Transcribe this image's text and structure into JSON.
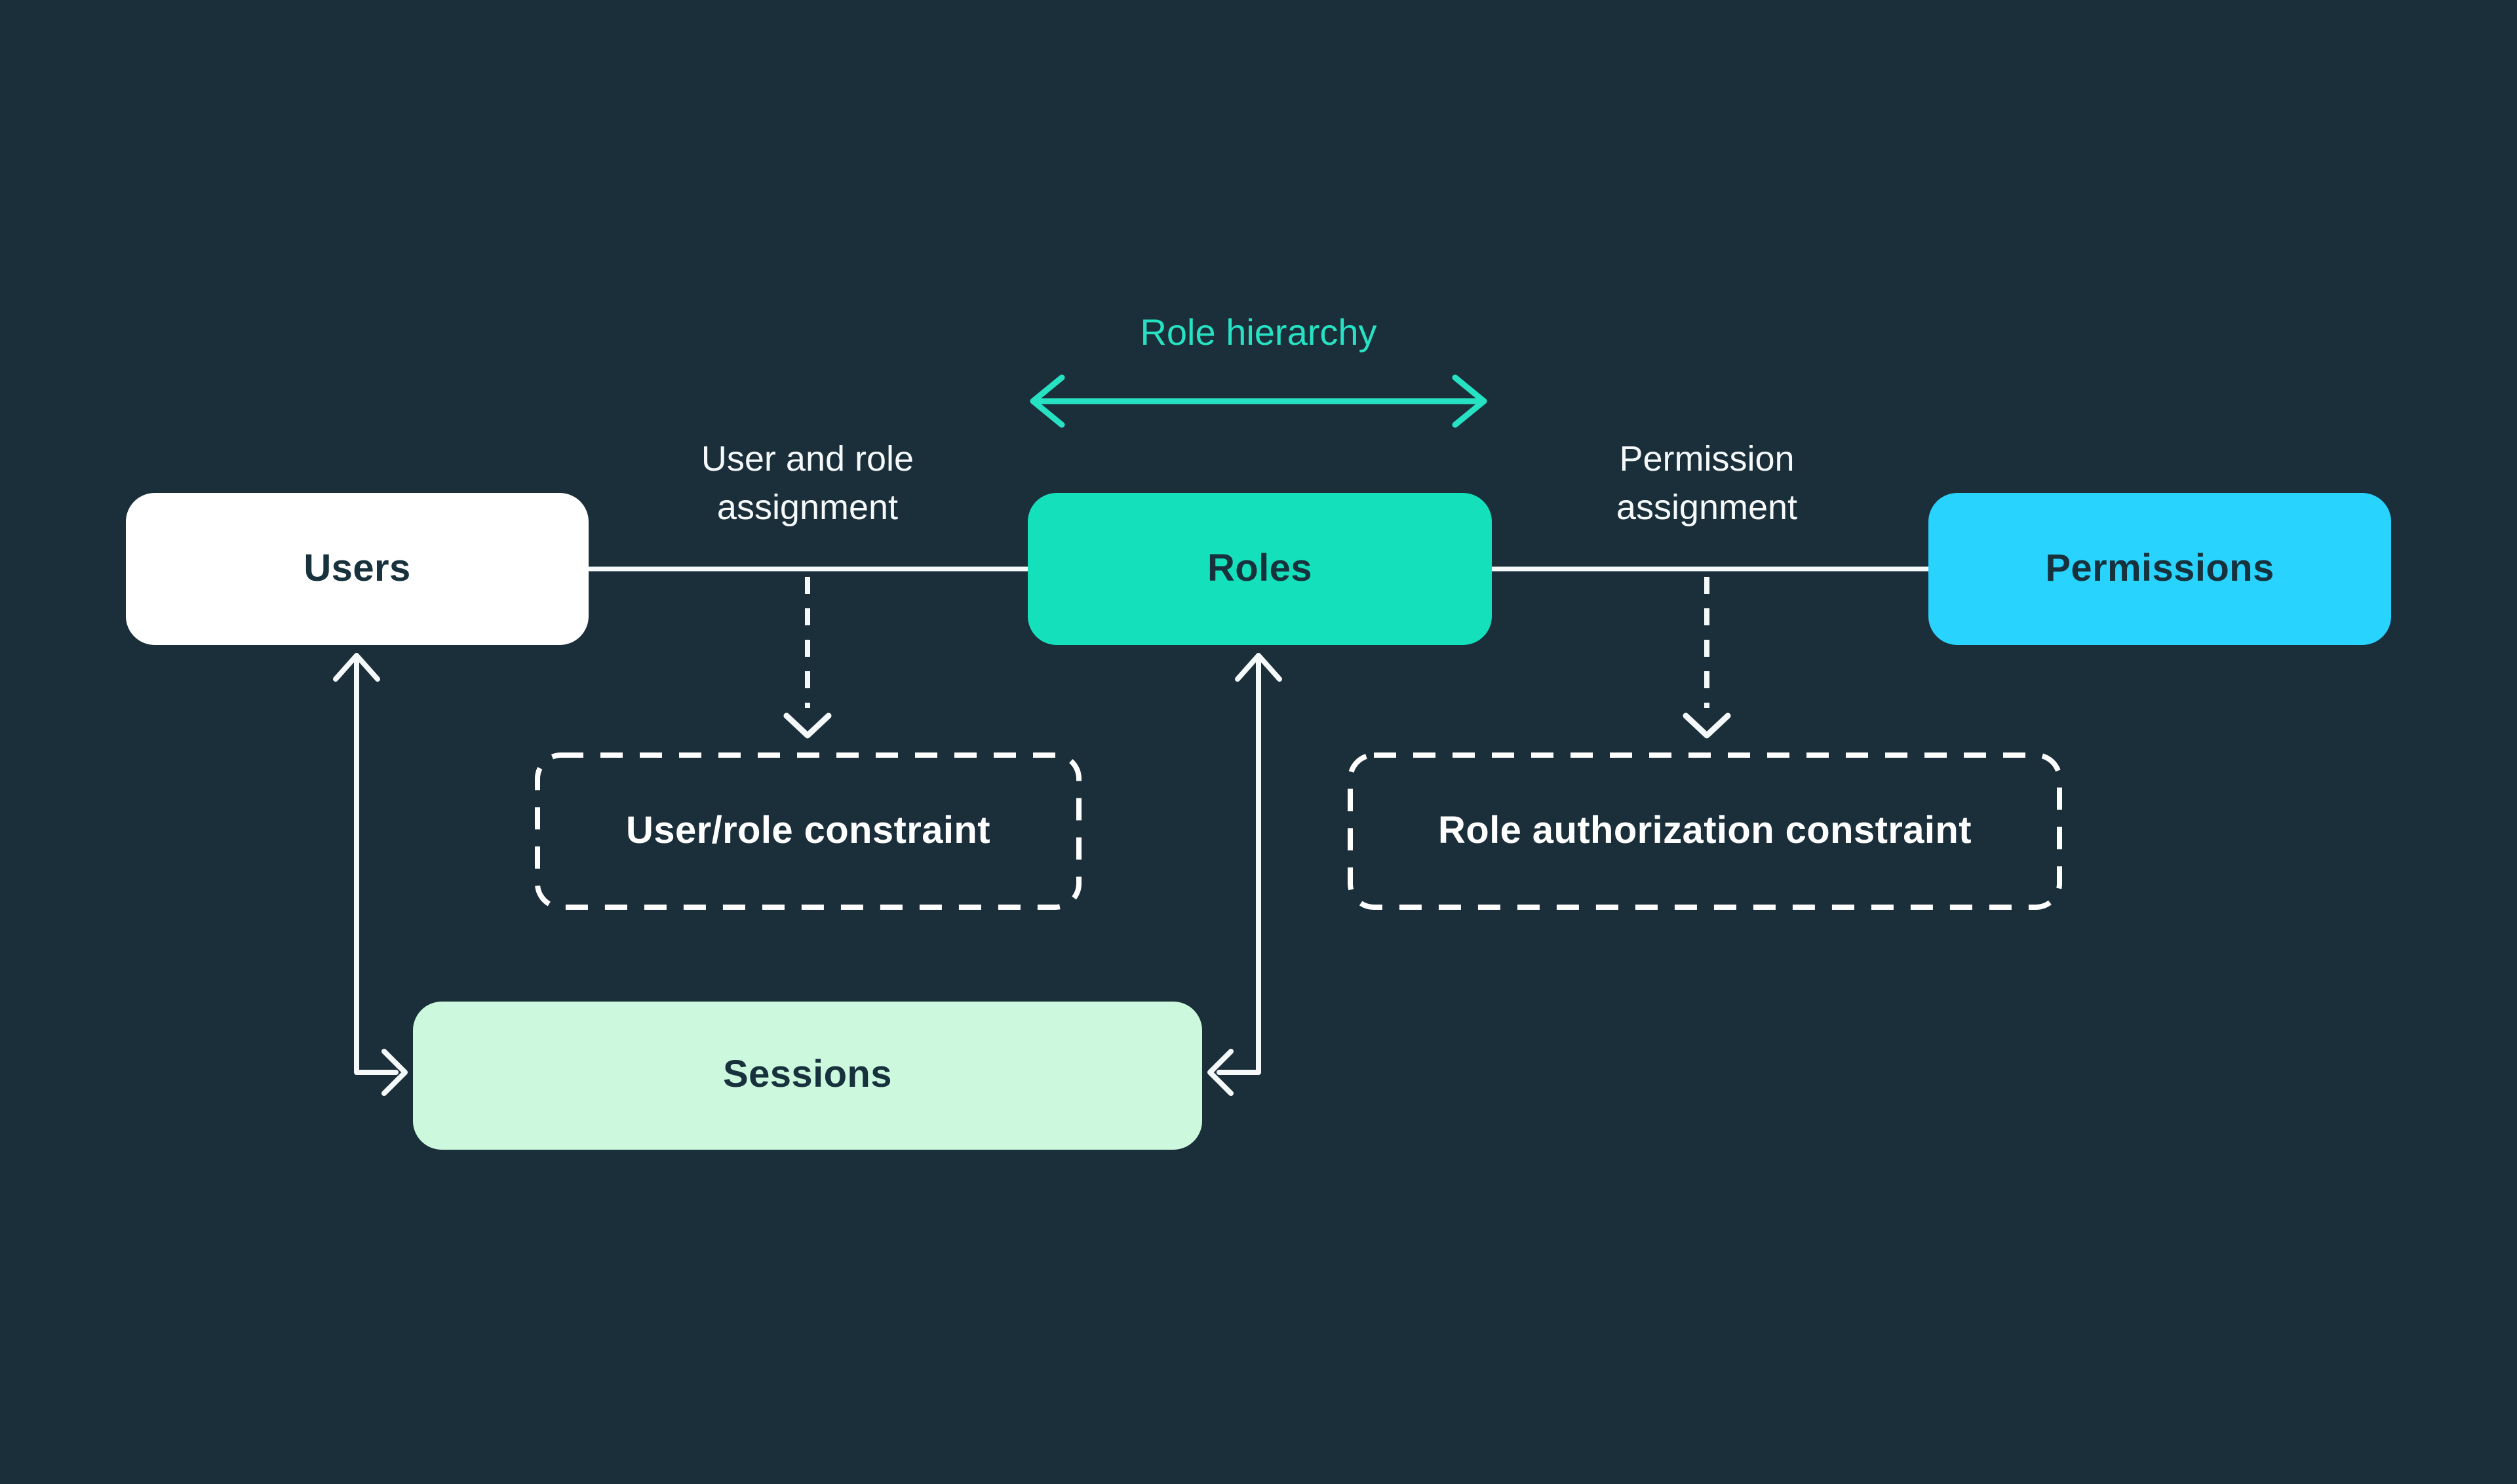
{
  "diagram": {
    "hierarchy_label": "Role hierarchy",
    "nodes": {
      "users": {
        "label": "Users"
      },
      "roles": {
        "label": "Roles"
      },
      "permissions": {
        "label": "Permissions"
      },
      "sessions": {
        "label": "Sessions"
      },
      "user_role_constraint": {
        "label": "User/role constraint"
      },
      "role_authorization_constraint": {
        "label": "Role authorization constraint"
      }
    },
    "edges": {
      "user_role_assignment": {
        "line1": "User and role",
        "line2": "assignment"
      },
      "permission_assignment": {
        "line1": "Permission",
        "line2": "assignment"
      }
    },
    "colors": {
      "background": "#1b2f3b",
      "users_fill": "#ffffff",
      "roles_fill": "#14e1bc",
      "permissions_fill": "#28d3fe",
      "sessions_fill": "#ccf9de",
      "node_text": "#17313d",
      "line": "#f5f9fa",
      "accent": "#27e1c3"
    }
  }
}
